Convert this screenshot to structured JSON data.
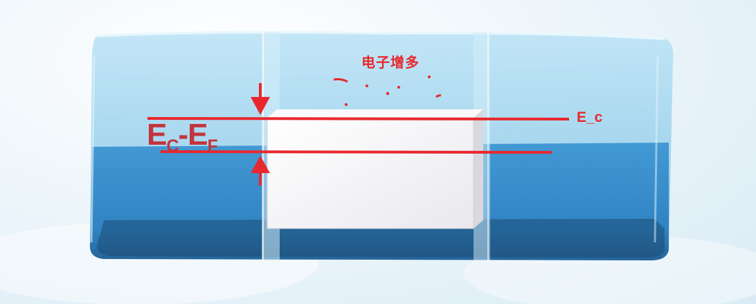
{
  "labels": {
    "electron_increase": "电子增多",
    "conduction_band_line": "E_c",
    "energy_gap": {
      "main_1": "E",
      "sub_1": "C",
      "dash": "-",
      "main_2": "E",
      "sub_2": "F"
    }
  },
  "colors": {
    "annotation_red": "#e8282e",
    "label_dark_red": "#c2353c",
    "tank_glass": "#7cc3e6",
    "water": "#2f89c7",
    "block_white": "#f4f4f6"
  },
  "icons": [
    "arrow-down-icon",
    "arrow-up-icon"
  ]
}
